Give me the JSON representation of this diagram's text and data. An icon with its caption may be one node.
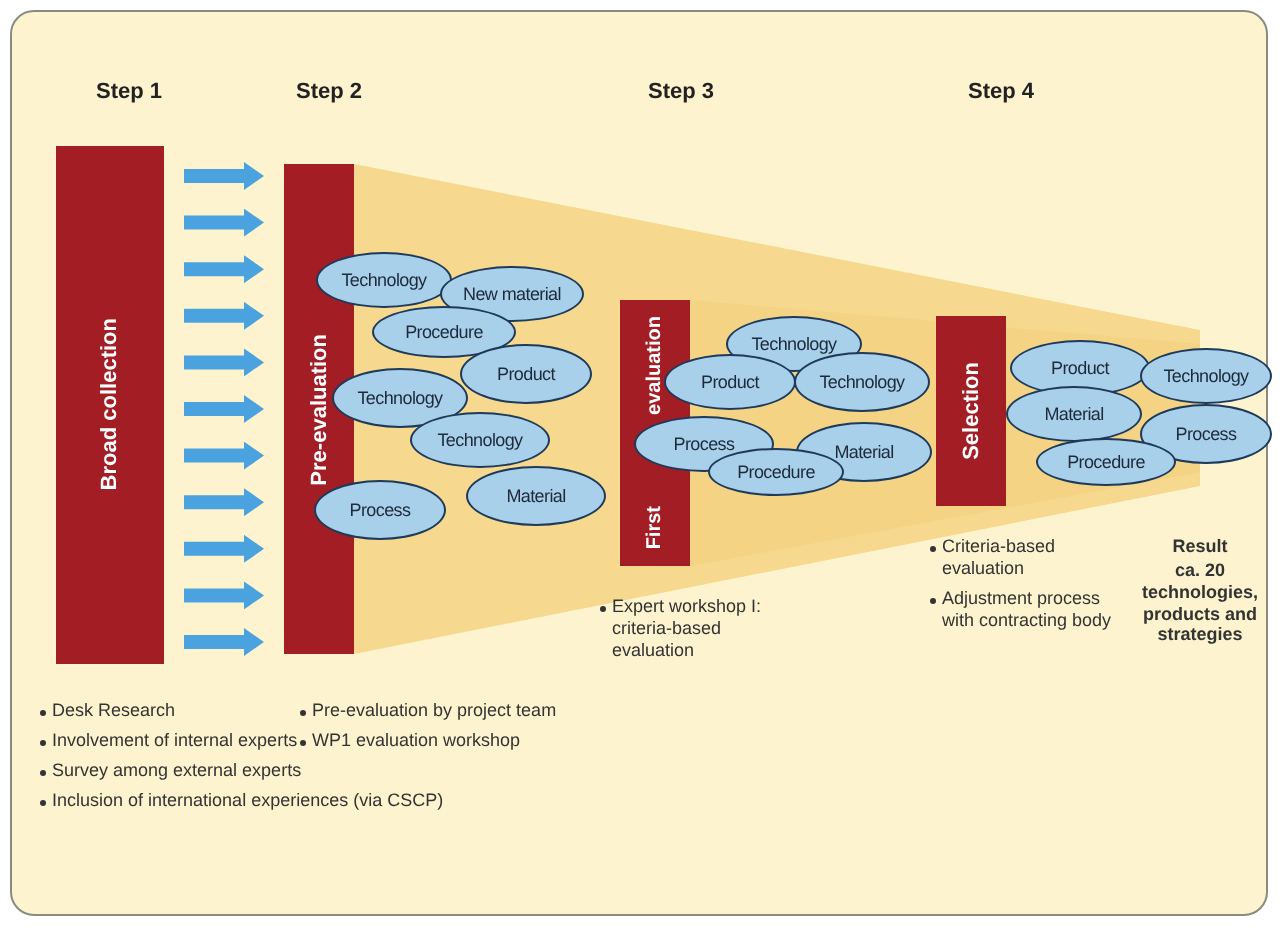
{
  "diagram": {
    "nodes": [
      {
        "text": [
          "Broad collection"
        ]
      },
      {
        "text": [
          "Pre-evaluation"
        ]
      },
      {
        "text": [
          "Technology"
        ]
      },
      {
        "text": [
          "New material"
        ]
      },
      {
        "text": [
          "Procedure"
        ]
      },
      {
        "text": [
          "Product"
        ]
      },
      {
        "text": [
          "Technology"
        ]
      },
      {
        "text": [
          "Technology"
        ]
      },
      {
        "text": [
          "Process"
        ]
      },
      {
        "text": [
          "Material"
        ]
      },
      {
        "text": [
          "First",
          "evaluation"
        ]
      },
      {
        "text": [
          "Technology"
        ]
      },
      {
        "text": [
          "Product"
        ]
      },
      {
        "text": [
          "Technology"
        ]
      },
      {
        "text": [
          "Process"
        ]
      },
      {
        "text": [
          "Material"
        ]
      },
      {
        "text": [
          "Procedure"
        ]
      },
      {
        "text": [
          "Selection"
        ]
      },
      {
        "text": [
          "Product"
        ]
      },
      {
        "text": [
          "Technology"
        ]
      },
      {
        "text": [
          "Material"
        ]
      },
      {
        "text": [
          "Process"
        ]
      },
      {
        "text": [
          "Procedure"
        ]
      }
    ],
    "edges": [
      {
        "from": 0,
        "to": 1,
        "arrow": "to"
      },
      {
        "from": 0,
        "to": 1,
        "arrow": "to"
      },
      {
        "from": 0,
        "to": 1,
        "arrow": "to"
      },
      {
        "from": 0,
        "to": 1,
        "arrow": "to"
      },
      {
        "from": 0,
        "to": 1,
        "arrow": "to"
      },
      {
        "from": 0,
        "to": 1,
        "arrow": "to"
      },
      {
        "from": 0,
        "to": 1,
        "arrow": "to"
      },
      {
        "from": 0,
        "to": 1,
        "arrow": "to"
      },
      {
        "from": 0,
        "to": 1,
        "arrow": "to"
      },
      {
        "from": 0,
        "to": 1,
        "arrow": "to"
      },
      {
        "from": 0,
        "to": 1,
        "arrow": "to"
      }
    ],
    "labels": [
      "Step 1",
      "Step 2",
      "Step 3",
      "Step 4",
      "Expert workshop I: criteria-based evaluation",
      "Criteria-based evaluation",
      "Adjustment process with contracting body",
      "Result",
      "ca. 20 technologies, products and strategies",
      "Desk Research",
      "Pre-evaluation by project team",
      "Involvement of internal experts",
      "WP1 evaluation workshop",
      "Survey among external experts",
      "Inclusion of international experiences (via CSCP)"
    ]
  }
}
